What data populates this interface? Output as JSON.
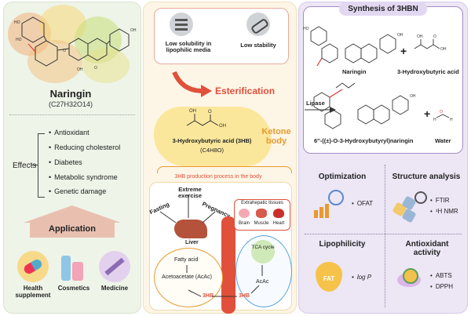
{
  "naringin": {
    "name": "Naringin",
    "formula": "(C27H32O14)"
  },
  "effects": {
    "label": "Effects",
    "items": [
      "Antioxidant",
      "Reducing cholesterol",
      "Diabetes",
      "Metabolic syndrome",
      "Genetic damage"
    ]
  },
  "application": {
    "title": "Application",
    "items": [
      "Health supplement",
      "Cosmetics",
      "Medicine"
    ]
  },
  "center": {
    "problem1": "Low solubility in lipophilic media",
    "problem2": "Low stability",
    "esterification": "Esterification",
    "acid_name": "3-Hydroxybutyric acid (3HB)",
    "acid_formula": "(C4H8O)",
    "ketone_body": "Ketone body",
    "process_title": "3HB production process in the body",
    "fasting": "Fasting",
    "extreme_exercise": "Extreme exercise",
    "pregnancy": "Pregnancy",
    "liver": "Liver",
    "extrahepatic": "Extrahepatic tissues",
    "brain": "Brain",
    "muscle": "Muscle",
    "heart": "Heart",
    "fatty_acid": "Fatty acid",
    "acetoacetate": "Acetoacetate (AcAc)",
    "hb_left": "3HB",
    "hb_right": "3HB",
    "tca": "TCA cycle",
    "acac": "AcAc"
  },
  "synthesis": {
    "title": "Synthesis of 3HBN",
    "naringin": "Naringin",
    "plus": "+",
    "acid": "3-Hydroxybutyric acid",
    "lipase": "Lipase",
    "product": "6′′-((±)-O-3-Hydroxybutyryl)naringin",
    "plus2": "+",
    "water": "Water"
  },
  "bottom": {
    "optimization": "Optimization",
    "ofat": "OFAT",
    "structure": "Structure analysis",
    "ftir": "FTIR",
    "nmr": "¹H NMR",
    "lipophilicity": "Lipophilicity",
    "fat": "FAT",
    "logp": "log P",
    "antioxidant": "Antioxidant activity",
    "abts": "ABTS",
    "dpph": "DPPH"
  },
  "colors": {
    "left_panel": "#eef4e8",
    "center_panel": "#fdf6e7",
    "right_panel": "#ece6f5",
    "accent_red": "#e0503a",
    "accent_orange": "#e79a2e",
    "purple": "#7b5ea7"
  }
}
